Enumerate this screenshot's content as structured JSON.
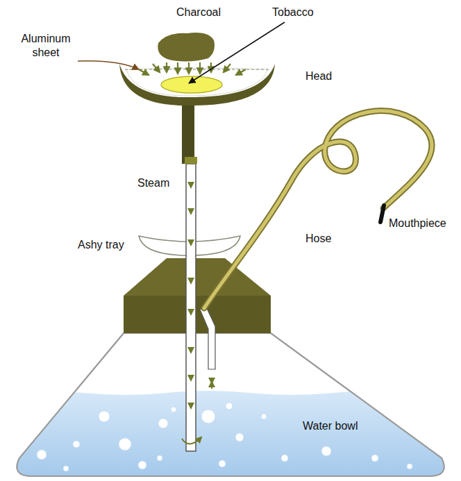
{
  "diagram": {
    "labels": [
      "Charcoal",
      "Tobacco",
      "Aluminum sheet",
      "Head",
      "Steam",
      "Ashy tray",
      "Hose",
      "Mouthpiece",
      "Water bowl"
    ]
  }
}
